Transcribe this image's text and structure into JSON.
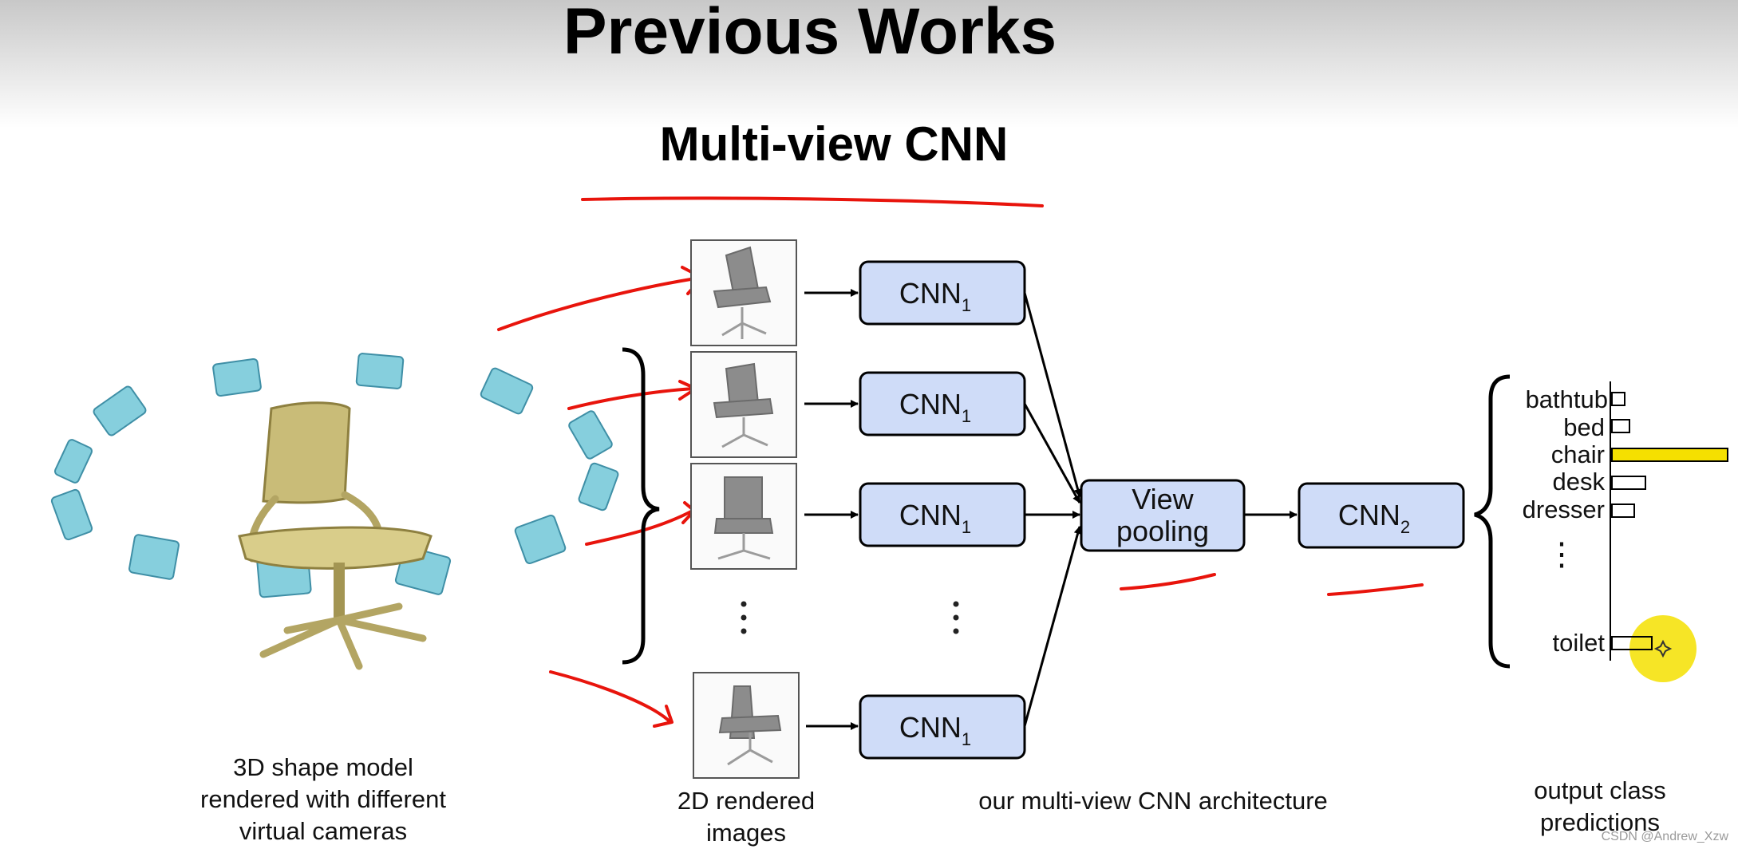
{
  "title": "Previous Works",
  "subtitle": "Multi-view CNN",
  "pipeline": {
    "cnn1_label": "CNN",
    "cnn1_subscript": "1",
    "view_pooling_line1": "View",
    "view_pooling_line2": "pooling",
    "cnn2_label": "CNN",
    "cnn2_subscript": "2"
  },
  "class_predictions": {
    "classes": [
      "bathtub",
      "bed",
      "chair",
      "desk",
      "dresser",
      "toilet"
    ],
    "ellipsis": "⋮",
    "highlight_class": "chair",
    "highlight_color": "#f5e000"
  },
  "captions": {
    "shape_model": "3D shape model rendered with different virtual cameras",
    "rendered_images": "2D rendered images",
    "architecture": "our multi-view CNN architecture",
    "output": "output class predictions"
  },
  "colors": {
    "box_fill": "#cfdcf8",
    "annotation": "#e8140c",
    "camera": "#86cfdd",
    "cursor_highlight": "#f5e000"
  },
  "watermark": "CSDN @Andrew_Xzw"
}
